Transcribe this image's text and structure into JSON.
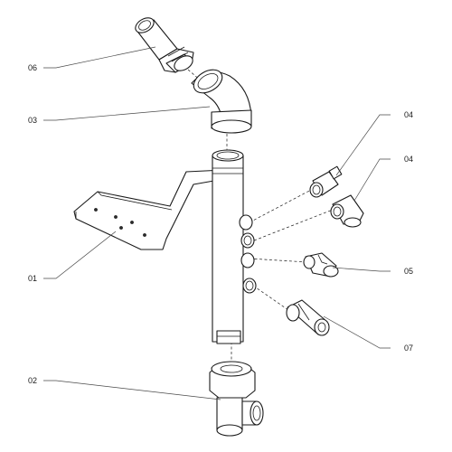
{
  "callouts": [
    {
      "id": "06",
      "label": "06"
    },
    {
      "id": "03",
      "label": "03"
    },
    {
      "id": "04a",
      "label": "04"
    },
    {
      "id": "04b",
      "label": "04"
    },
    {
      "id": "01",
      "label": "01"
    },
    {
      "id": "05",
      "label": "05"
    },
    {
      "id": "02",
      "label": "02"
    },
    {
      "id": "07",
      "label": "07"
    }
  ],
  "colors": {
    "line": "#1a1a1a",
    "background": "#ffffff"
  }
}
